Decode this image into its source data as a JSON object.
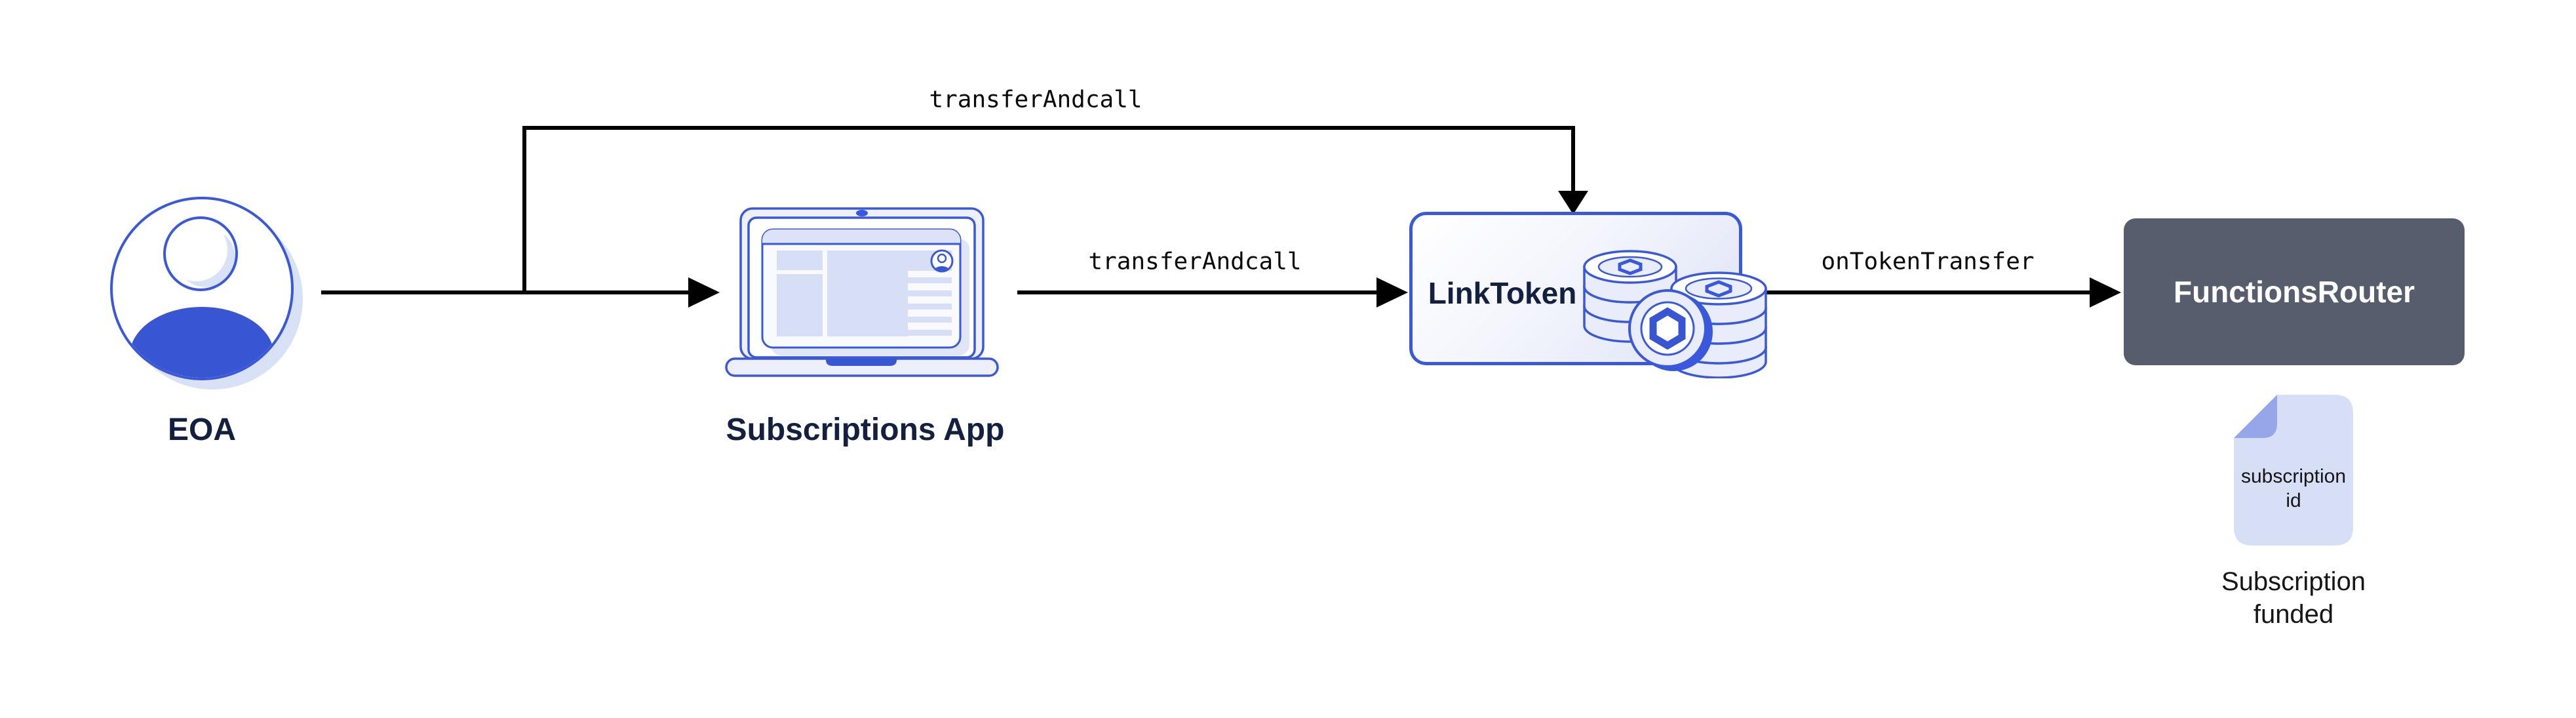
{
  "theme": {
    "background": "#ffffff",
    "accent_blue": "#3A58DC",
    "fill_blue": "#3956D2",
    "light_fill": "#E9EDFB",
    "lighter_fill": "#EDEFFA",
    "block_fill": "#D7DFF6",
    "shadow_fill": "#D9E1F6",
    "doc_fill": "#D7DFF7",
    "doc_fold": "#95A6E9",
    "navy_text": "#13203F",
    "router_bg": "#565D6C",
    "router_text": "#ffffff",
    "line_color": "#000000",
    "label_text": "#0A0A0A"
  },
  "nodes": {
    "eoa": {
      "label": "EOA"
    },
    "subscriptions_app": {
      "label": "Subscriptions App"
    },
    "link_token": {
      "label": "LinkToken"
    },
    "functions_router": {
      "label": "FunctionsRouter"
    },
    "subscription_doc": {
      "doc_text": "subscription id",
      "caption": "Subscription funded"
    }
  },
  "edges": {
    "eoa_to_linktoken": {
      "label": "transferAndcall"
    },
    "app_to_linktoken": {
      "label": "transferAndcall"
    },
    "linktoken_to_router": {
      "label": "onTokenTransfer"
    }
  }
}
